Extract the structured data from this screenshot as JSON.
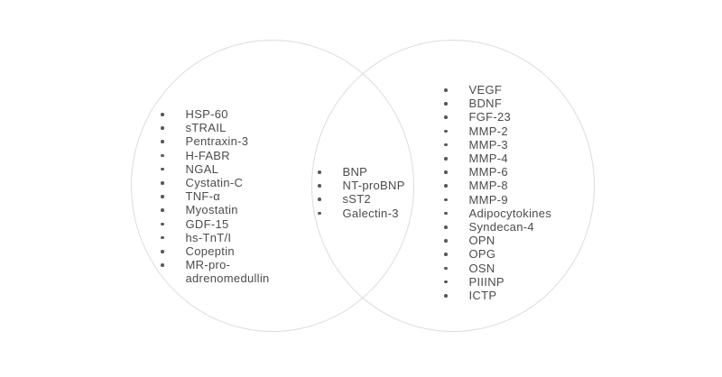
{
  "diagram": {
    "type": "venn",
    "background_color": "#ffffff",
    "circle_stroke_color": "#dcdcdc",
    "text_color": "#4c4c4e",
    "bullet_icon": "dot",
    "left_circle": {
      "items": [
        "HSP-60",
        "sTRAIL",
        "Pentraxin-3",
        "H-FABR",
        "NGAL",
        "Cystatin-C",
        "TNF-α",
        "Myostatin",
        "GDF-15",
        "hs-TnT/I",
        "Copeptin",
        "MR-pro-adrenomedullin"
      ]
    },
    "intersection": {
      "items": [
        "BNP",
        "NT-proBNP",
        "sST2",
        "Galectin-3"
      ]
    },
    "right_circle": {
      "items": [
        "VEGF",
        "BDNF",
        "FGF-23",
        "MMP-2",
        "MMP-3",
        "MMP-4",
        "MMP-6",
        "MMP-8",
        "MMP-9",
        "Adipocytokines",
        "Syndecan-4",
        "OPN",
        "OPG",
        "OSN",
        "PIIINP",
        "ICTP"
      ]
    }
  }
}
